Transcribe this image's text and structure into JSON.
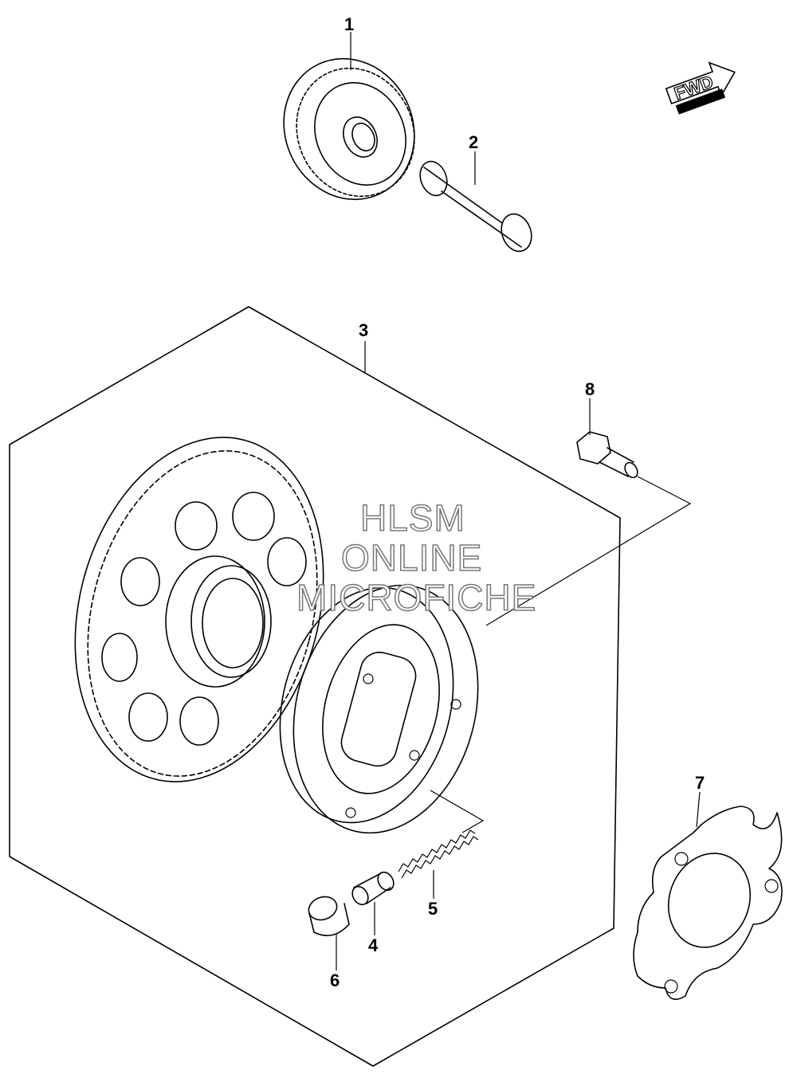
{
  "callouts": {
    "c1": "1",
    "c2": "2",
    "c3": "3",
    "c4": "4",
    "c5": "5",
    "c6": "6",
    "c7": "7",
    "c8": "8"
  },
  "direction_badge": "FWD",
  "watermark": {
    "line1": "HLSM",
    "line2": "ONLINE",
    "line3": "MICROFICHE"
  },
  "icons": {
    "direction": "fwd-arrow-icon"
  }
}
